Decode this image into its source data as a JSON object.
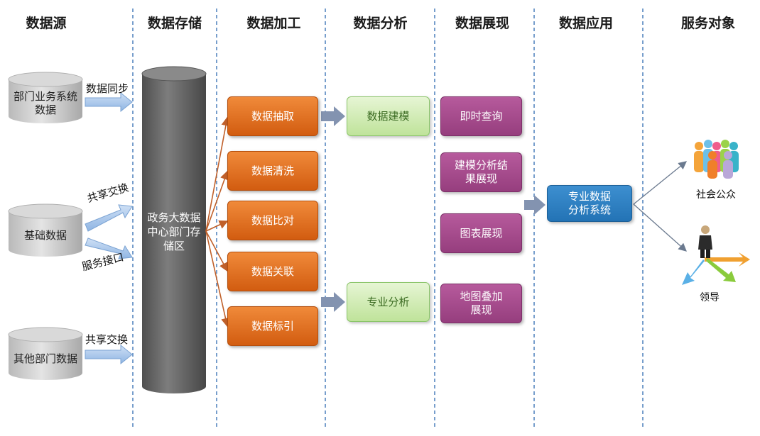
{
  "columns": [
    "数据源",
    "数据存储",
    "数据加工",
    "数据分析",
    "数据展现",
    "数据应用",
    "服务对象"
  ],
  "sources": [
    {
      "label": "部门业务系统数据",
      "arrow_label": "数据同步"
    },
    {
      "label": "基础数据",
      "arrow_label_up": "共享交换",
      "arrow_label_down": "服务接口"
    },
    {
      "label": "其他部门数据",
      "arrow_label": "共享交换"
    }
  ],
  "storage": {
    "label": "政务大数据中心部门存储区"
  },
  "processing": [
    "数据抽取",
    "数据清洗",
    "数据比对",
    "数据关联",
    "数据标引"
  ],
  "analysis": [
    "数据建模",
    "专业分析"
  ],
  "display": [
    "即时查询",
    "建模分析结果展现",
    "图表展现",
    "地图叠加展现"
  ],
  "application": {
    "label": "专业数据分析系统"
  },
  "targets": [
    {
      "label": "社会公众",
      "icon": "crowd-icon"
    },
    {
      "label": "领导",
      "icon": "leader-icon"
    }
  ],
  "colors": {
    "divider": "#4a7ebb",
    "cylinder": "#c8c8c8",
    "storage": "#6b6b6b",
    "arrow_blue": "#a9c7ea",
    "arrow_gray": "#8393b0",
    "connector": "#c0602a",
    "processing": "#e36c17",
    "analysis": "#c8eaa8",
    "display": "#a94a8f",
    "application": "#2f80c2"
  }
}
